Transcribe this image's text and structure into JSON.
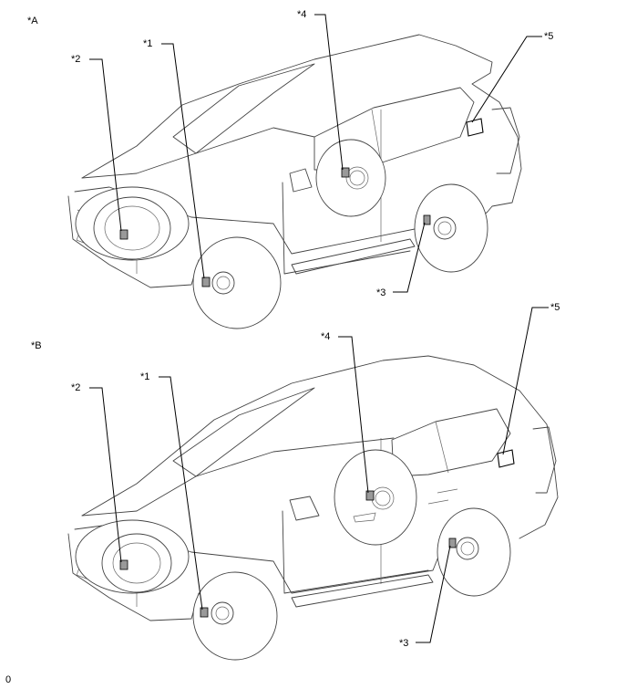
{
  "views": [
    {
      "id": "A",
      "view_label": "*A",
      "callouts": [
        "*1",
        "*2",
        "*3",
        "*4",
        "*5"
      ]
    },
    {
      "id": "B",
      "view_label": "*B",
      "callouts": [
        "*1",
        "*2",
        "*3",
        "*4",
        "*5"
      ]
    }
  ],
  "footer_code": "0"
}
